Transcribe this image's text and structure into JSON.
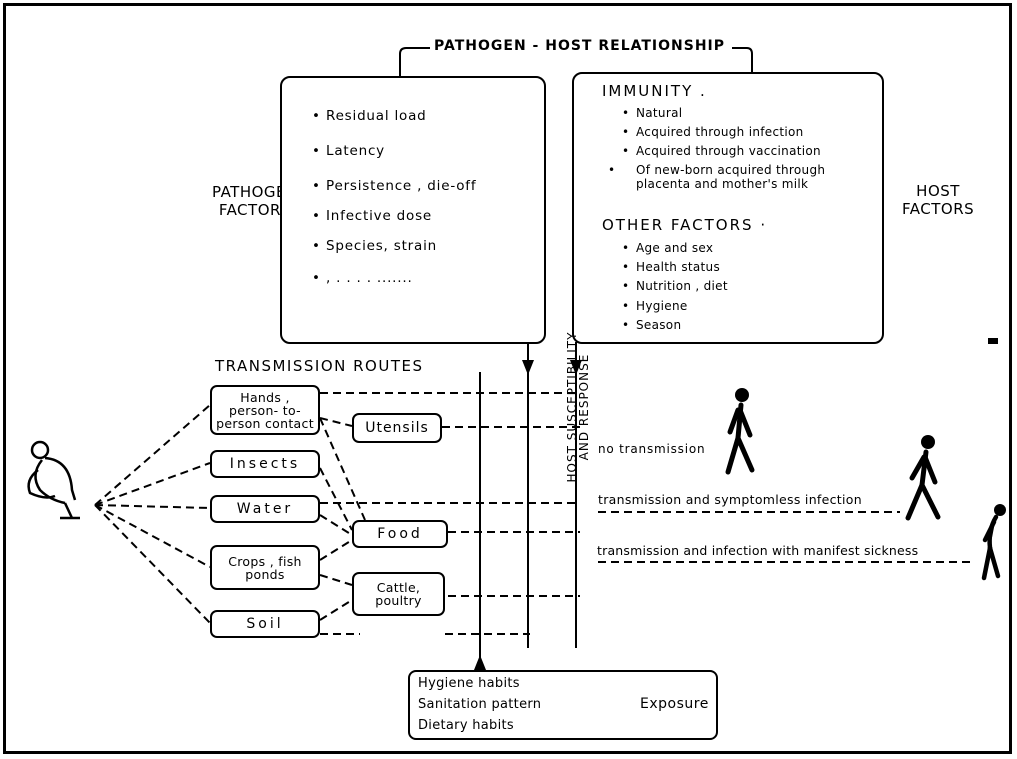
{
  "top_title": "PATHOGEN - HOST  RELATIONSHIP",
  "pathogen_factors_label": [
    "PATHOGEN",
    "FACTORS"
  ],
  "host_factors_label": [
    "HOST",
    "FACTORS"
  ],
  "pathogen_items": [
    "Residual  load",
    "Latency",
    "Persistence , die-off",
    "Infective  dose",
    "Species,  strain",
    ",  . . . . ......."
  ],
  "immunity": {
    "heading": "IMMUNITY .",
    "items": [
      "Natural",
      "Acquired through infection",
      "Acquired through vaccination",
      "Of new-born acquired through placenta and mother's milk"
    ]
  },
  "other_factors": {
    "heading": "OTHER  FACTORS ·",
    "items": [
      "Age  and  sex",
      "Health  status",
      "Nutrition , diet",
      "Hygiene",
      "Season"
    ]
  },
  "transmission_routes_title": "TRANSMISSION   ROUTES",
  "routes": {
    "hands": "Hands , person- to-person contact",
    "insects": "Insects",
    "water": "Water",
    "crops": "Crops , fish ponds",
    "soil": "Soil",
    "utensils": "Utensils",
    "food": "Food",
    "cattle": "Cattle, poultry"
  },
  "host_response_label": "HOST  SUSCEPTIBILITY AND  RESPONSE",
  "outcomes": [
    "no  transmission",
    "transmission  and  symptomless  infection",
    "transmission  and  infection  with  manifest  sickness"
  ],
  "habits": [
    "Hygiene habits",
    "Sanitation pattern",
    "Dietary habits"
  ],
  "exposure": "Exposure"
}
